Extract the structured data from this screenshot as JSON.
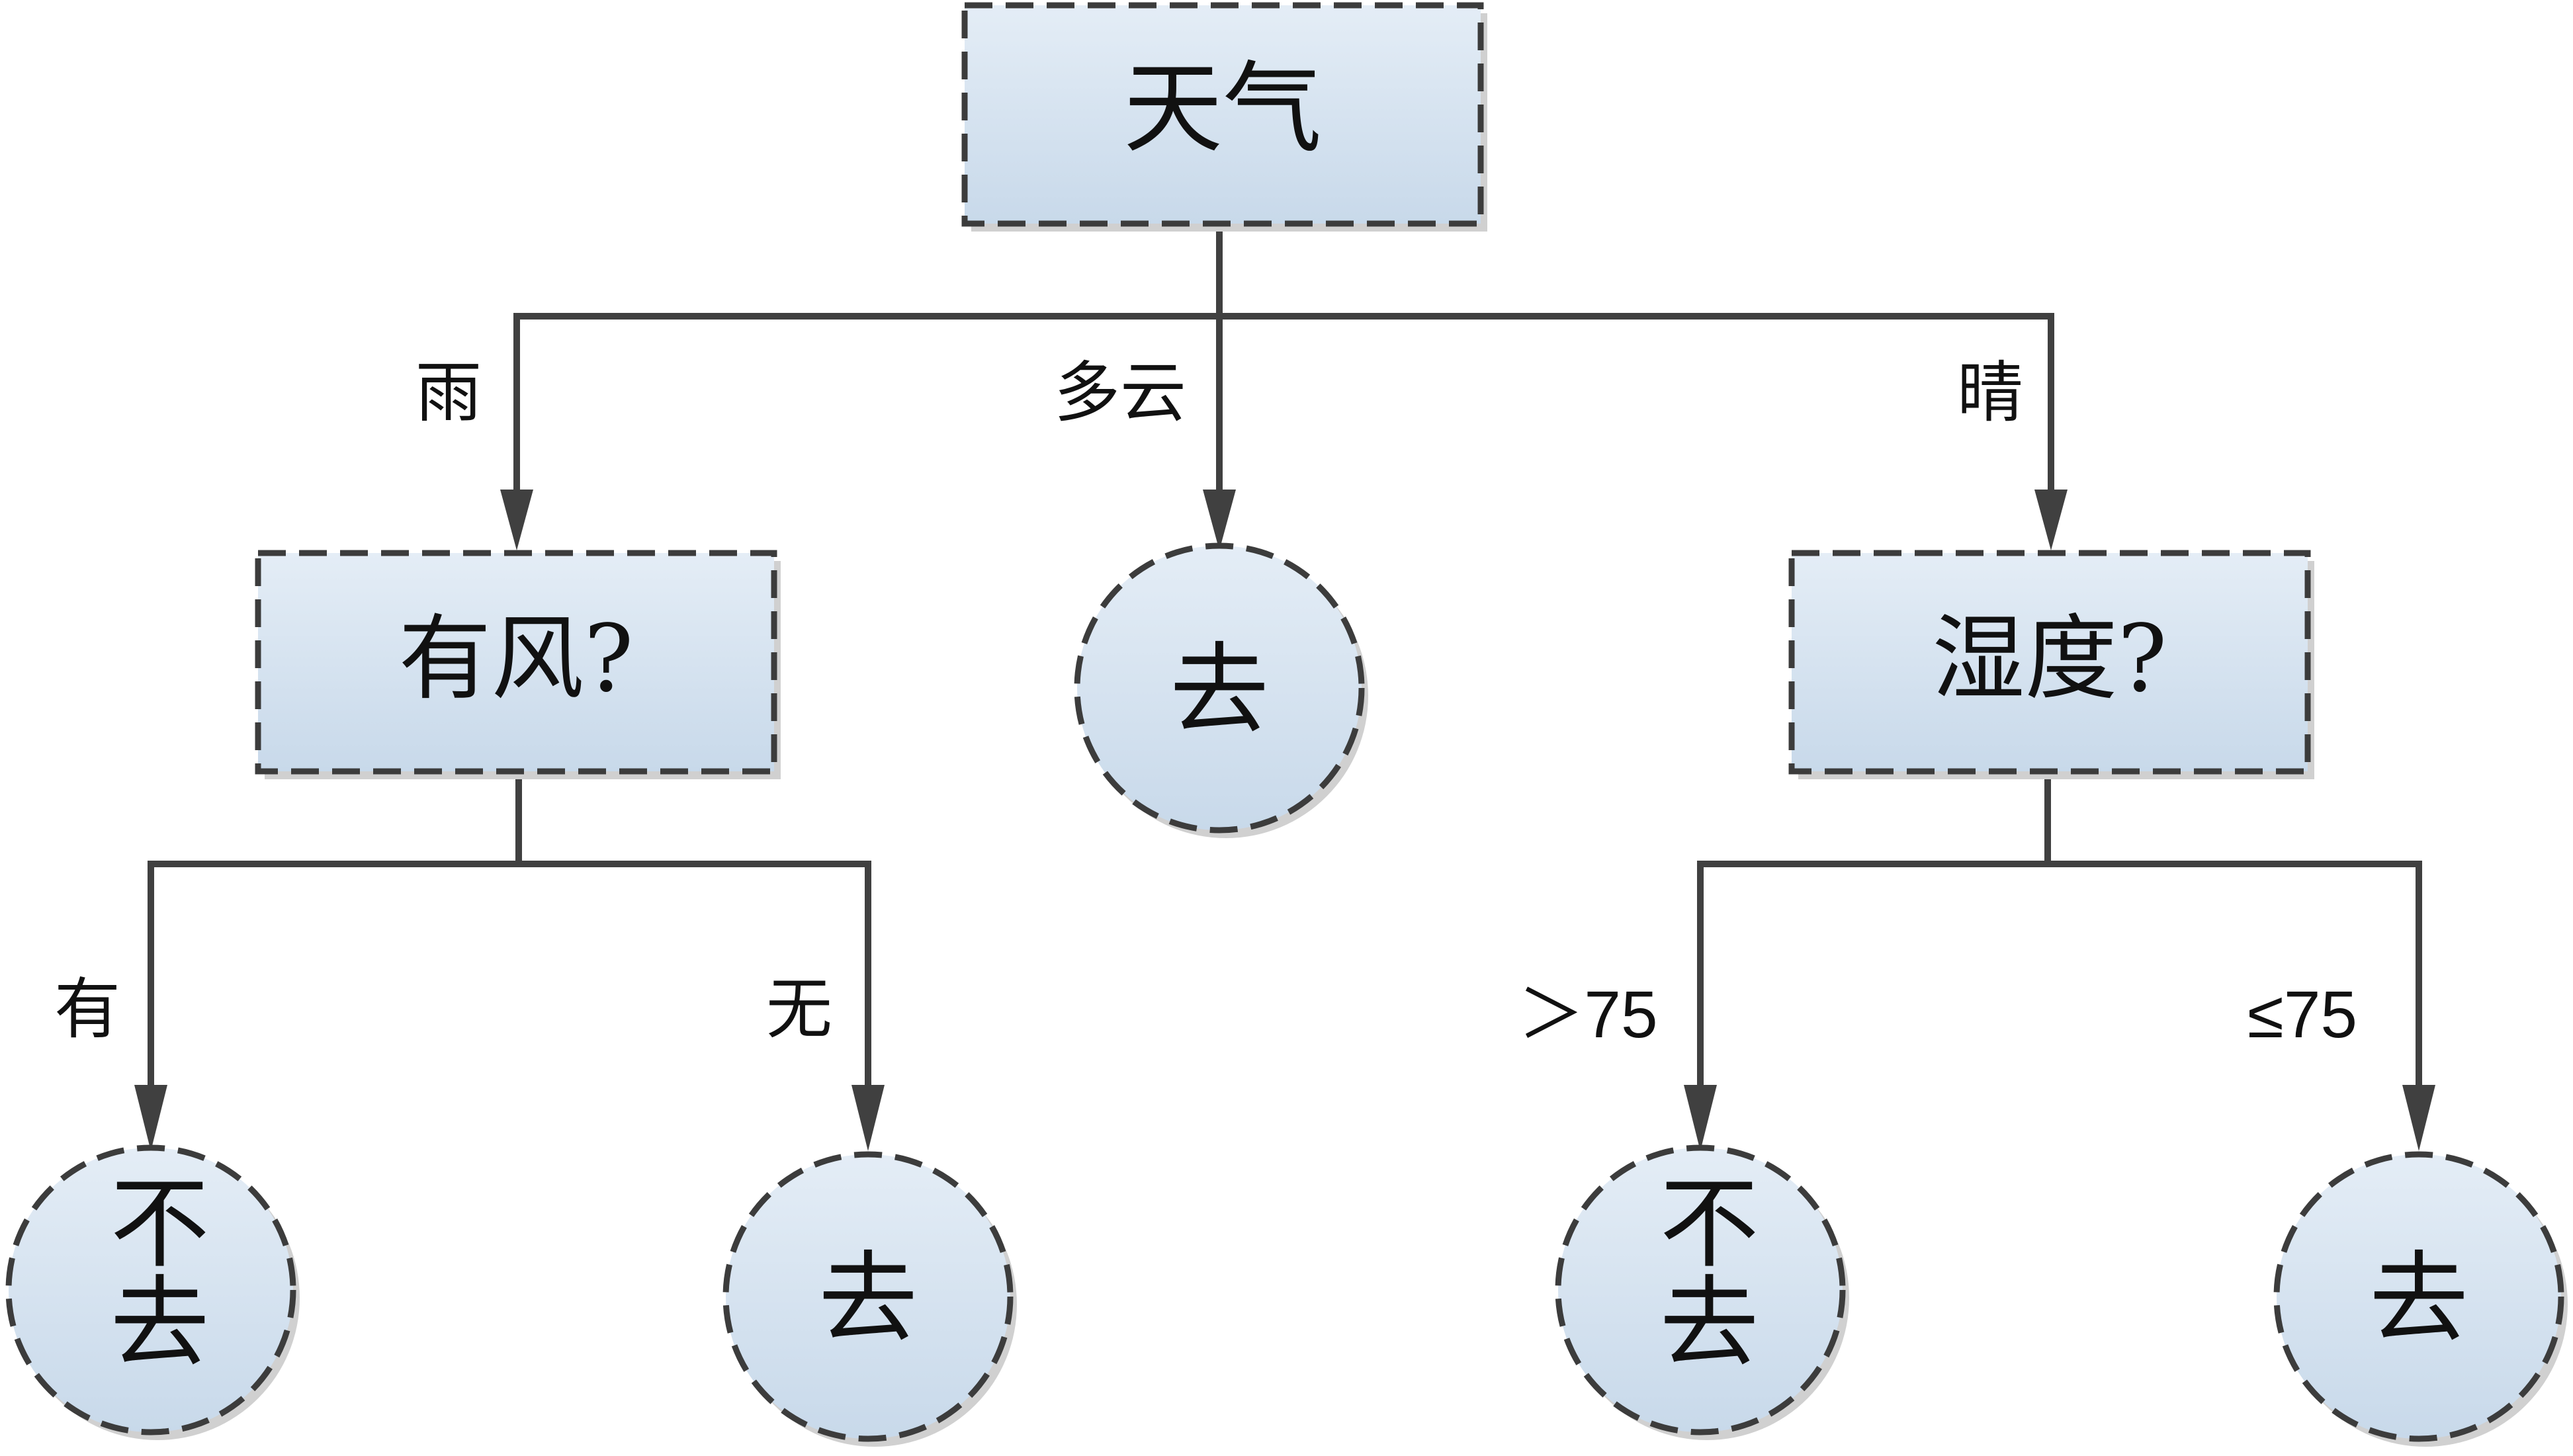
{
  "nodes": {
    "root": {
      "label": "天气"
    },
    "windy": {
      "label": "有风?"
    },
    "cloudy_leaf": {
      "label": "去"
    },
    "humidity": {
      "label": "湿度?"
    },
    "windy_yes_leaf": {
      "label": "不去"
    },
    "windy_no_leaf": {
      "label": "去"
    },
    "humid_high_leaf": {
      "label": "不去"
    },
    "humid_low_leaf": {
      "label": "去"
    }
  },
  "edges": {
    "rain": "雨",
    "cloudy": "多云",
    "sunny": "晴",
    "windy_yes": "有",
    "windy_no": "无",
    "humid_high": "＞75",
    "humid_low": "≤75"
  },
  "colors": {
    "node_fill_top": "#e4edf6",
    "node_fill_bottom": "#c8d9ea",
    "stroke": "#3c3c3c",
    "connector": "#404040"
  }
}
